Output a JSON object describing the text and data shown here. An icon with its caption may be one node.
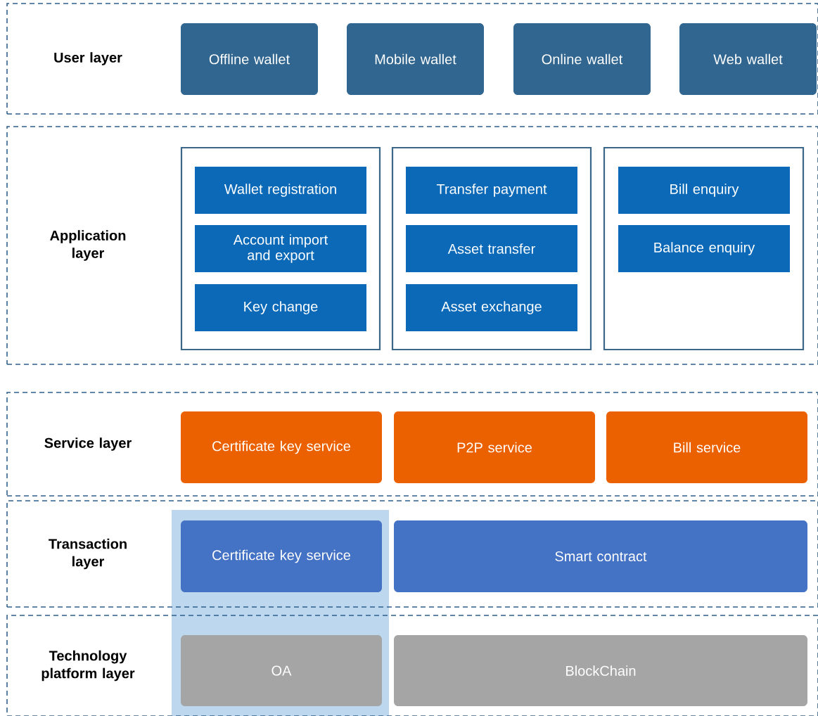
{
  "diagram": {
    "nodes": [
      {
        "text": [
          "User layer"
        ]
      },
      {
        "text": [
          "Offline wallet"
        ],
        "in": 0
      },
      {
        "text": [
          "Mobile wallet"
        ],
        "in": 0
      },
      {
        "text": [
          "Online wallet"
        ],
        "in": 0
      },
      {
        "text": [
          "Web wallet"
        ],
        "in": 0
      },
      {
        "text": [
          "Application layer"
        ]
      },
      {
        "text": [],
        "shape": "box",
        "in": 5
      },
      {
        "text": [
          "Wallet registration"
        ],
        "in": 6
      },
      {
        "text": [
          "Account import and export"
        ],
        "in": 6
      },
      {
        "text": [
          "Key change"
        ],
        "in": 6
      },
      {
        "text": [],
        "shape": "box",
        "in": 5
      },
      {
        "text": [
          "Transfer payment"
        ],
        "in": 10
      },
      {
        "text": [
          "Asset transfer"
        ],
        "in": 10
      },
      {
        "text": [
          "Asset exchange"
        ],
        "in": 10
      },
      {
        "text": [],
        "shape": "box",
        "in": 5
      },
      {
        "text": [
          "Bill enquiry"
        ],
        "in": 14
      },
      {
        "text": [
          "Balance enquiry"
        ],
        "in": 14
      },
      {
        "text": [
          "Service layer"
        ]
      },
      {
        "text": [
          "Certificate key service"
        ],
        "in": 17
      },
      {
        "text": [
          "P2P service"
        ],
        "in": 17
      },
      {
        "text": [
          "Bill service"
        ],
        "in": 17
      },
      {
        "text": [
          "Transaction layer"
        ]
      },
      {
        "text": [
          "Certificate key service"
        ],
        "in": 21
      },
      {
        "text": [
          "Smart contract"
        ],
        "in": 21
      },
      {
        "text": [
          "Technology platform layer"
        ]
      },
      {
        "text": [
          "OA"
        ],
        "in": 24
      },
      {
        "text": [
          "BlockChain"
        ],
        "in": 24
      }
    ],
    "edges": []
  }
}
